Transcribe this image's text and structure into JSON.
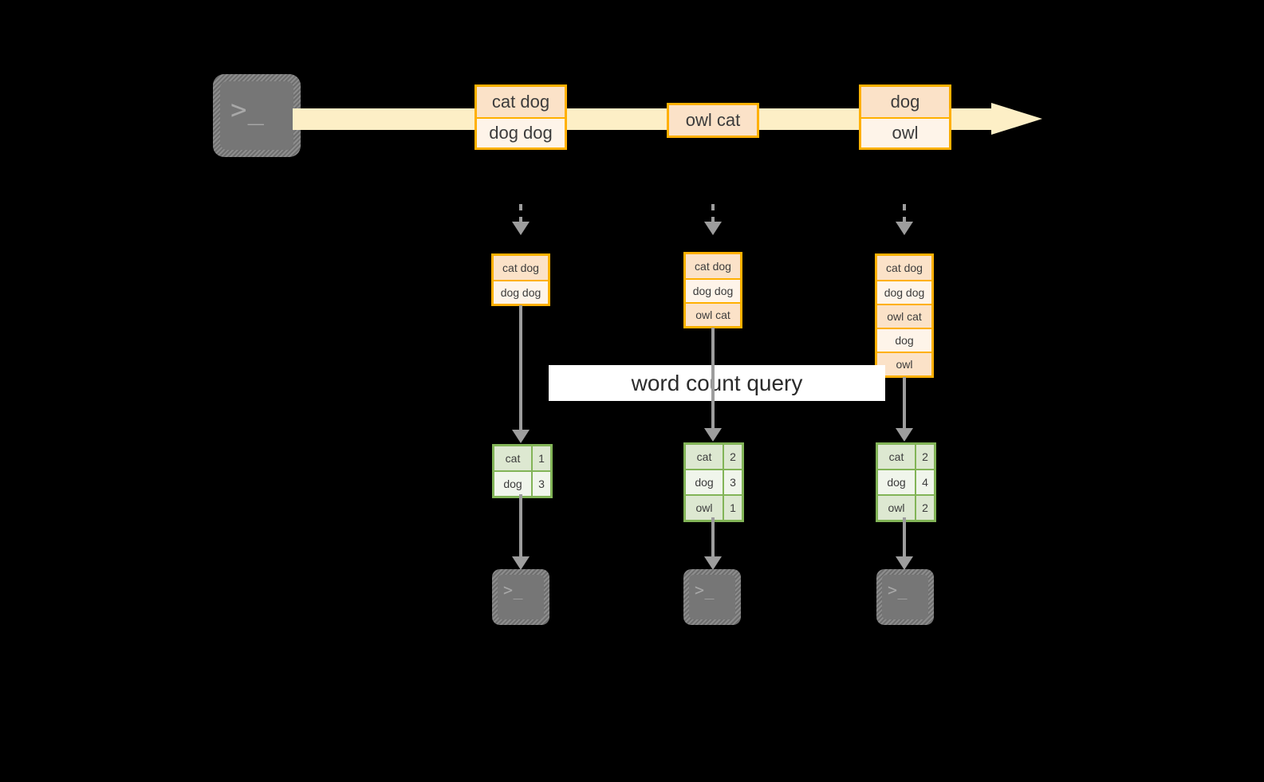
{
  "diagram": {
    "title": "Structured Streaming word count micro-batch model",
    "background_color": "#000000"
  },
  "colors": {
    "stream_arrow": "#FDEFC6",
    "box_border_orange": "#FFB000",
    "box_fill_dark": "#FBE2C8",
    "box_fill_light": "#FEF4E9",
    "table_border_green": "#82B457",
    "table_fill_dark": "#DDE8D1",
    "table_fill_light": "#F0F5EB",
    "connector_gray": "#9D9D9D",
    "terminal_gray": "#767676",
    "query_band": "#FFFFFF",
    "text": "#3C3C3C"
  },
  "source": {
    "icon": "terminal-icon",
    "glyph": ">_"
  },
  "stream": {
    "icon": "right-arrow-icon",
    "direction": "right"
  },
  "input_batches": [
    {
      "name": "batch-1",
      "lines": [
        {
          "text": "cat dog",
          "shade": "dark"
        },
        {
          "text": "dog dog",
          "shade": "light"
        }
      ]
    },
    {
      "name": "batch-2",
      "lines": [
        {
          "text": "owl cat",
          "shade": "dark"
        }
      ]
    },
    {
      "name": "batch-3",
      "lines": [
        {
          "text": "dog",
          "shade": "dark"
        },
        {
          "text": "owl",
          "shade": "light"
        }
      ]
    }
  ],
  "query": {
    "label": "word count query"
  },
  "columns": [
    {
      "name": "trigger-1",
      "unbounded_table": [
        {
          "text": "cat dog",
          "shade": "dark"
        },
        {
          "text": "dog dog",
          "shade": "light"
        }
      ],
      "result_table": {
        "rows": [
          {
            "word": "cat",
            "count": "1",
            "shade": "dark"
          },
          {
            "word": "dog",
            "count": "3",
            "shade": "light"
          }
        ]
      },
      "sink": {
        "icon": "terminal-icon",
        "glyph": ">_"
      }
    },
    {
      "name": "trigger-2",
      "unbounded_table": [
        {
          "text": "cat dog",
          "shade": "dark"
        },
        {
          "text": "dog dog",
          "shade": "light"
        },
        {
          "text": "owl cat",
          "shade": "dark"
        }
      ],
      "result_table": {
        "rows": [
          {
            "word": "cat",
            "count": "2",
            "shade": "dark"
          },
          {
            "word": "dog",
            "count": "3",
            "shade": "light"
          },
          {
            "word": "owl",
            "count": "1",
            "shade": "dark"
          }
        ]
      },
      "sink": {
        "icon": "terminal-icon",
        "glyph": ">_"
      }
    },
    {
      "name": "trigger-3",
      "unbounded_table": [
        {
          "text": "cat dog",
          "shade": "dark"
        },
        {
          "text": "dog dog",
          "shade": "light"
        },
        {
          "text": "owl cat",
          "shade": "dark"
        },
        {
          "text": "dog",
          "shade": "light"
        },
        {
          "text": "owl",
          "shade": "dark"
        }
      ],
      "result_table": {
        "rows": [
          {
            "word": "cat",
            "count": "2",
            "shade": "dark"
          },
          {
            "word": "dog",
            "count": "4",
            "shade": "light"
          },
          {
            "word": "owl",
            "count": "2",
            "shade": "dark"
          }
        ]
      },
      "sink": {
        "icon": "terminal-icon",
        "glyph": ">_"
      }
    }
  ]
}
